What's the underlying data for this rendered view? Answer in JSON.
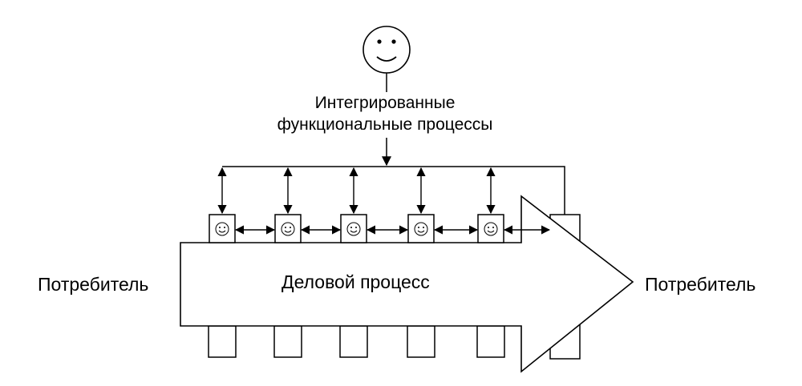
{
  "integrated_label": {
    "line1": "Интегрированные",
    "line2": "функциональные процессы"
  },
  "business_process_label": "Деловой процесс",
  "consumer_left": "Потребитель",
  "consumer_right": "Потребитель",
  "stations": 5,
  "colors": {
    "stroke": "#000000",
    "fill": "#ffffff"
  }
}
